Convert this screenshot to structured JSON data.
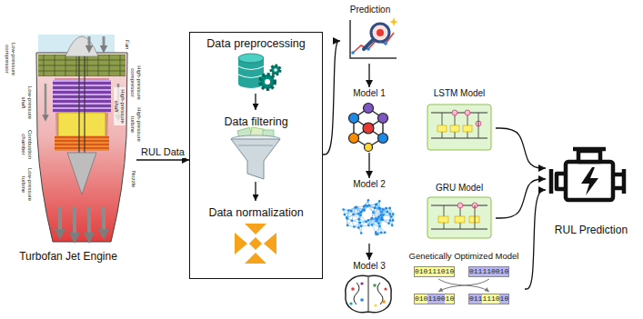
{
  "diagram": {
    "nodes": [
      {
        "text": [
          "Turbofan Jet Engine"
        ]
      },
      {
        "text": [
          "Data preprocessing",
          "Data filtering",
          "Data normalization"
        ]
      },
      {
        "text": [
          "Prediction"
        ]
      },
      {
        "text": [
          "Model 1"
        ]
      },
      {
        "text": [
          "Model 2"
        ]
      },
      {
        "text": [
          "Model 3"
        ]
      },
      {
        "text": [
          "LSTM Model"
        ]
      },
      {
        "text": [
          "GRU Model"
        ]
      },
      {
        "text": [
          "Genetically Optimized Model"
        ]
      },
      {
        "text": [
          "RUL Prediction"
        ]
      }
    ],
    "edges": [
      {
        "from": 0,
        "to": 1,
        "label": "RUL Data",
        "arrow": "to"
      },
      {
        "from": 1,
        "to": 2,
        "arrow": "to"
      },
      {
        "from": 2,
        "to": 3,
        "arrow": "to"
      },
      {
        "from": 3,
        "to": 4,
        "arrow": "to"
      },
      {
        "from": 4,
        "to": 5,
        "arrow": "to"
      },
      {
        "from": 6,
        "to": 9,
        "arrow": "to"
      },
      {
        "from": 7,
        "to": 9,
        "arrow": "to"
      },
      {
        "from": 8,
        "to": 9,
        "arrow": "to"
      }
    ],
    "labels": [
      "Fan",
      "Low-pressure compressor",
      "High-pressure compressor",
      "High-pressure shaft",
      "Low-pressure shaft",
      "Combustion chamber",
      "High-pressure turbine",
      "Low-pressure turbine",
      "Nozzle",
      "010111010",
      "011110010",
      "010110010",
      "011111010"
    ]
  }
}
